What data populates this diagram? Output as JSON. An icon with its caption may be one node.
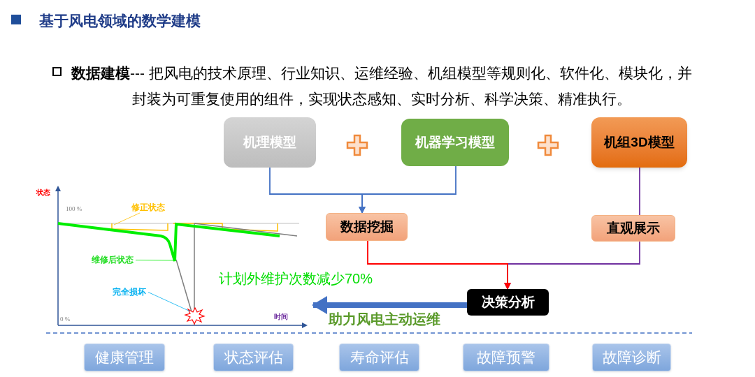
{
  "diagram": {
    "title": "基于风电领域的数学建模",
    "nodes": [
      {
        "text": [
          "机理模型"
        ]
      },
      {
        "text": [
          "机器学习模型"
        ]
      },
      {
        "text": [
          "机组3D模型"
        ]
      },
      {
        "text": [
          "数据挖掘"
        ]
      },
      {
        "text": [
          "直观展示"
        ]
      },
      {
        "text": [
          "决策分析"
        ]
      },
      {
        "text": [
          "修正状态"
        ]
      },
      {
        "text": [
          "维修后状态"
        ]
      },
      {
        "text": [
          "完全损坏"
        ]
      },
      {
        "text": [
          "健康管理"
        ]
      },
      {
        "text": [
          "状态评估"
        ]
      },
      {
        "text": [
          "寿命评估"
        ]
      },
      {
        "text": [
          "故障预警"
        ]
      },
      {
        "text": [
          "故障诊断"
        ]
      }
    ],
    "edges": [
      {
        "from": 0,
        "to": 3,
        "arrow": "to",
        "color": "#4472c4"
      },
      {
        "from": 1,
        "to": 3,
        "arrow": "to",
        "color": "#4472c4"
      },
      {
        "from": 2,
        "to": 4,
        "arrow": "none",
        "color": "#7030a0"
      },
      {
        "from": 4,
        "to": 5,
        "arrow": "to",
        "color": "#7030a0"
      },
      {
        "from": 3,
        "to": 5,
        "arrow": "to",
        "color": "#ff0000"
      },
      {
        "from": 5,
        "to": null,
        "arrow": "to",
        "style": "thick",
        "color": "#4472c4"
      },
      {
        "from": 6,
        "to": null,
        "arrow": "none",
        "color": "#ffc000"
      },
      {
        "from": 7,
        "to": null,
        "arrow": "none",
        "color": "#00ee00"
      },
      {
        "from": 8,
        "to": null,
        "arrow": "none",
        "color": "#00b0f0"
      }
    ],
    "labels": [
      "**数据建模**--- 把风电的技术原理、行业知识、运维经验、机组模型等规则化、软件化、模块化，并封装为可重复使用的组件，实现状态感知、实时分析、科学决策、精准执行。",
      "状态",
      "100 %",
      "计划外维护次数减少70%",
      "0 %",
      "时间",
      "助力风电主动运维"
    ]
  }
}
